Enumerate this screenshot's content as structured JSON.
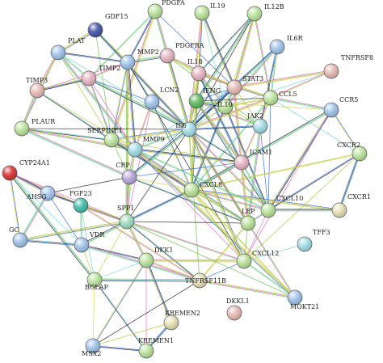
{
  "network": {
    "nodes": [
      {
        "id": "PDGFA",
        "label": "PDGFA",
        "color": "#b9e39a"
      },
      {
        "id": "IL19",
        "label": "IL19",
        "color": "#b9e39a"
      },
      {
        "id": "IL12B",
        "label": "IL12B",
        "color": "#b9e39a"
      },
      {
        "id": "GDF15",
        "label": "GDF15",
        "color": "#3f4fa8"
      },
      {
        "id": "PLAT",
        "label": "PLAT",
        "color": "#9fc3ea"
      },
      {
        "id": "MMP2",
        "label": "MMP2",
        "color": "#9fc3ea"
      },
      {
        "id": "PDGFRA",
        "label": "PDGFRA",
        "color": "#e6b3c2"
      },
      {
        "id": "IL6R",
        "label": "IL6R",
        "color": "#9fc3ea"
      },
      {
        "id": "TNFRSF8",
        "label": "TNFRSF8",
        "color": "#e6b9b3"
      },
      {
        "id": "TIMP2",
        "label": "TIMP2",
        "color": "#e6b3c2"
      },
      {
        "id": "TIMP3",
        "label": "TIMP3",
        "color": "#e6b9b3"
      },
      {
        "id": "IL18",
        "label": "IL18",
        "color": "#e6b3c2"
      },
      {
        "id": "STAT3",
        "label": "STAT3",
        "color": "#e6b9b3"
      },
      {
        "id": "LCN2",
        "label": "LCN2",
        "color": "#9fc3ea"
      },
      {
        "id": "IFNG",
        "label": "IFNG",
        "color": "#5cb85c"
      },
      {
        "id": "IL10",
        "label": "IL10",
        "color": "#b9e39a"
      },
      {
        "id": "CCL5",
        "label": "CCL5",
        "color": "#b9e39a"
      },
      {
        "id": "CCR5",
        "label": "CCR5",
        "color": "#9fc3ea"
      },
      {
        "id": "PLAUR",
        "label": "PLAUR",
        "color": "#b9e39a"
      },
      {
        "id": "SERPINE1",
        "label": "SERPINE1",
        "color": "#b9e39a"
      },
      {
        "id": "JAK2",
        "label": "JAK2",
        "color": "#9fdce6"
      },
      {
        "id": "MMP9",
        "label": "MMP9",
        "color": "#9fdce6"
      },
      {
        "id": "IL6",
        "label": "IL6",
        "color": "#9fdce6"
      },
      {
        "id": "CXCR2",
        "label": "CXCR2",
        "color": "#b9e39a"
      },
      {
        "id": "ICAM1",
        "label": "ICAM1",
        "color": "#e6b3c2"
      },
      {
        "id": "CYP24A1",
        "label": "CYP24A1",
        "color": "#d93030"
      },
      {
        "id": "CRP",
        "label": "CRP",
        "color": "#b8a4dc"
      },
      {
        "id": "CXCL8",
        "label": "CXCL8",
        "color": "#b9e39a"
      },
      {
        "id": "AHSG",
        "label": "AHSG",
        "color": "#9fc3ea"
      },
      {
        "id": "FGF23",
        "label": "FGF23",
        "color": "#3fbca8"
      },
      {
        "id": "CXCL10",
        "label": "CXCL10",
        "color": "#b9e39a"
      },
      {
        "id": "CXCR1",
        "label": "CXCR1",
        "color": "#e6e0b3"
      },
      {
        "id": "SPP1",
        "label": "SPP1",
        "color": "#9fdcc0"
      },
      {
        "id": "LEP",
        "label": "LEP",
        "color": "#b9e39a"
      },
      {
        "id": "GC",
        "label": "GC",
        "color": "#9fc3ea"
      },
      {
        "id": "VDR",
        "label": "VDR",
        "color": "#9fc3ea"
      },
      {
        "id": "TFF3",
        "label": "TFF3",
        "color": "#9fdce6"
      },
      {
        "id": "CXCL12",
        "label": "CXCL12",
        "color": "#b9e39a"
      },
      {
        "id": "DKK1",
        "label": "DKK1",
        "color": "#b9e39a"
      },
      {
        "id": "BGLAP",
        "label": "BGLAP",
        "color": "#b9e39a"
      },
      {
        "id": "TNFRSF11B",
        "label": "TNFRSF11B",
        "color": "#e6e0b3"
      },
      {
        "id": "MOKT21",
        "label": "MOKT21",
        "color": "#9fc3ea"
      },
      {
        "id": "KREMEN2",
        "label": "KREMEN2",
        "color": "#e6e0b3"
      },
      {
        "id": "DKKL1",
        "label": "DKKL1",
        "color": "#e6b9b3"
      },
      {
        "id": "MSX2",
        "label": "MSX2",
        "color": "#9fc3ea"
      },
      {
        "id": "KREMEN1",
        "label": "KREMEN1",
        "color": "#b9e39a"
      }
    ],
    "edges": [
      [
        "PDGFA",
        "PDGFRA"
      ],
      [
        "PDGFA",
        "MMP2"
      ],
      [
        "PDGFA",
        "IL6"
      ],
      [
        "PDGFA",
        "STAT3"
      ],
      [
        "PDGFA",
        "TIMP2"
      ],
      [
        "PDGFA",
        "SERPINE1"
      ],
      [
        "IL19",
        "IL10"
      ],
      [
        "IL19",
        "IL6"
      ],
      [
        "IL19",
        "STAT3"
      ],
      [
        "IL19",
        "IFNG"
      ],
      [
        "IL19",
        "IL18"
      ],
      [
        "IL12B",
        "IFNG"
      ],
      [
        "IL12B",
        "IL10"
      ],
      [
        "IL12B",
        "IL18"
      ],
      [
        "IL12B",
        "STAT3"
      ],
      [
        "IL12B",
        "IL6"
      ],
      [
        "IL12B",
        "CCL5"
      ],
      [
        "GDF15",
        "PLAT"
      ],
      [
        "GDF15",
        "SERPINE1"
      ],
      [
        "GDF15",
        "MMP2"
      ],
      [
        "GDF15",
        "IL6"
      ],
      [
        "PLAT",
        "SERPINE1"
      ],
      [
        "PLAT",
        "MMP2"
      ],
      [
        "PLAT",
        "MMP9"
      ],
      [
        "PLAT",
        "PLAUR"
      ],
      [
        "PLAT",
        "TIMP2"
      ],
      [
        "PLAT",
        "TIMP3"
      ],
      [
        "PLAT",
        "IL6"
      ],
      [
        "MMP2",
        "TIMP2"
      ],
      [
        "MMP2",
        "MMP9"
      ],
      [
        "MMP2",
        "TIMP3"
      ],
      [
        "MMP2",
        "SERPINE1"
      ],
      [
        "MMP2",
        "PDGFRA"
      ],
      [
        "MMP2",
        "IL6"
      ],
      [
        "MMP2",
        "LCN2"
      ],
      [
        "MMP2",
        "SPP1"
      ],
      [
        "MMP2",
        "CXCL12"
      ],
      [
        "PDGFRA",
        "STAT3"
      ],
      [
        "PDGFRA",
        "IL6"
      ],
      [
        "PDGFRA",
        "JAK2"
      ],
      [
        "PDGFRA",
        "IL18"
      ],
      [
        "IL6R",
        "IL6"
      ],
      [
        "IL6R",
        "STAT3"
      ],
      [
        "IL6R",
        "JAK2"
      ],
      [
        "IL6R",
        "IL10"
      ],
      [
        "IL6R",
        "CRP"
      ],
      [
        "IL6R",
        "CCL5"
      ],
      [
        "TNFRSF8",
        "STAT3"
      ],
      [
        "TNFRSF8",
        "IL10"
      ],
      [
        "TNFRSF8",
        "CCL5"
      ],
      [
        "TIMP2",
        "TIMP3"
      ],
      [
        "TIMP2",
        "MMP9"
      ],
      [
        "TIMP2",
        "SERPINE1"
      ],
      [
        "TIMP2",
        "IL6"
      ],
      [
        "TIMP3",
        "MMP9"
      ],
      [
        "TIMP3",
        "SERPINE1"
      ],
      [
        "TIMP3",
        "PLAUR"
      ],
      [
        "IL18",
        "IFNG"
      ],
      [
        "IL18",
        "IL10"
      ],
      [
        "IL18",
        "IL6"
      ],
      [
        "IL18",
        "STAT3"
      ],
      [
        "IL18",
        "CXCL8"
      ],
      [
        "IL18",
        "ICAM1"
      ],
      [
        "STAT3",
        "JAK2"
      ],
      [
        "STAT3",
        "IL6"
      ],
      [
        "STAT3",
        "IL10"
      ],
      [
        "STAT3",
        "IFNG"
      ],
      [
        "STAT3",
        "CCL5"
      ],
      [
        "STAT3",
        "ICAM1"
      ],
      [
        "STAT3",
        "MMP9"
      ],
      [
        "LCN2",
        "MMP9"
      ],
      [
        "LCN2",
        "IL6"
      ],
      [
        "LCN2",
        "SPP1"
      ],
      [
        "LCN2",
        "CXCL8"
      ],
      [
        "IFNG",
        "IL10"
      ],
      [
        "IFNG",
        "IL6"
      ],
      [
        "IFNG",
        "CXCL10"
      ],
      [
        "IFNG",
        "ICAM1"
      ],
      [
        "IFNG",
        "CCL5"
      ],
      [
        "IFNG",
        "JAK2"
      ],
      [
        "IFNG",
        "CXCL8"
      ],
      [
        "IL10",
        "IL6"
      ],
      [
        "IL10",
        "CCL5"
      ],
      [
        "IL10",
        "CXCL8"
      ],
      [
        "IL10",
        "JAK2"
      ],
      [
        "IL10",
        "CXCL10"
      ],
      [
        "CCL5",
        "CCR5"
      ],
      [
        "CCL5",
        "CXCL10"
      ],
      [
        "CCL5",
        "CXCL8"
      ],
      [
        "CCL5",
        "IL6"
      ],
      [
        "CCL5",
        "CXCR2"
      ],
      [
        "CCL5",
        "ICAM1"
      ],
      [
        "CCR5",
        "CXCL10"
      ],
      [
        "CCR5",
        "CXCL12"
      ],
      [
        "CCR5",
        "CXCR2"
      ],
      [
        "CCR5",
        "CXCL8"
      ],
      [
        "CCR5",
        "IFNG"
      ],
      [
        "PLAUR",
        "SERPINE1"
      ],
      [
        "PLAUR",
        "MMP9"
      ],
      [
        "PLAUR",
        "IL6"
      ],
      [
        "SERPINE1",
        "MMP9"
      ],
      [
        "SERPINE1",
        "IL6"
      ],
      [
        "SERPINE1",
        "CRP"
      ],
      [
        "SERPINE1",
        "LEP"
      ],
      [
        "SERPINE1",
        "CXCL8"
      ],
      [
        "SERPINE1",
        "ICAM1"
      ],
      [
        "JAK2",
        "IL6"
      ],
      [
        "JAK2",
        "LEP"
      ],
      [
        "JAK2",
        "CXCL10"
      ],
      [
        "MMP9",
        "IL6"
      ],
      [
        "MMP9",
        "CRP"
      ],
      [
        "MMP9",
        "SPP1"
      ],
      [
        "MMP9",
        "CXCL8"
      ],
      [
        "MMP9",
        "ICAM1"
      ],
      [
        "MMP9",
        "CXCL12"
      ],
      [
        "MMP9",
        "LEP"
      ],
      [
        "IL6",
        "CRP"
      ],
      [
        "IL6",
        "CXCL8"
      ],
      [
        "IL6",
        "ICAM1"
      ],
      [
        "IL6",
        "LEP"
      ],
      [
        "IL6",
        "SPP1"
      ],
      [
        "IL6",
        "CXCL10"
      ],
      [
        "IL6",
        "CXCL12"
      ],
      [
        "IL6",
        "TNFRSF11B"
      ],
      [
        "CXCR2",
        "CXCL8"
      ],
      [
        "CXCR2",
        "CXCR1"
      ],
      [
        "CXCR2",
        "CXCL12"
      ],
      [
        "CXCR2",
        "CXCL10"
      ],
      [
        "ICAM1",
        "CXCL8"
      ],
      [
        "ICAM1",
        "CRP"
      ],
      [
        "ICAM1",
        "CXCL10"
      ],
      [
        "ICAM1",
        "LEP"
      ],
      [
        "CYP24A1",
        "VDR"
      ],
      [
        "CYP24A1",
        "FGF23"
      ],
      [
        "CYP24A1",
        "AHSG"
      ],
      [
        "CYP24A1",
        "SPP1"
      ],
      [
        "CYP24A1",
        "GC"
      ],
      [
        "CYP24A1",
        "BGLAP"
      ],
      [
        "CRP",
        "CXCL8"
      ],
      [
        "CRP",
        "LEP"
      ],
      [
        "CRP",
        "SPP1"
      ],
      [
        "CRP",
        "AHSG"
      ],
      [
        "CXCL8",
        "CXCL10"
      ],
      [
        "CXCL8",
        "CXCR1"
      ],
      [
        "CXCL8",
        "LEP"
      ],
      [
        "CXCL8",
        "CXCL12"
      ],
      [
        "CXCL8",
        "SPP1"
      ],
      [
        "AHSG",
        "FGF23"
      ],
      [
        "AHSG",
        "SPP1"
      ],
      [
        "AHSG",
        "GC"
      ],
      [
        "AHSG",
        "VDR"
      ],
      [
        "FGF23",
        "VDR"
      ],
      [
        "FGF23",
        "SPP1"
      ],
      [
        "FGF23",
        "BGLAP"
      ],
      [
        "FGF23",
        "TNFRSF11B"
      ],
      [
        "CXCL10",
        "CXCR1"
      ],
      [
        "CXCL10",
        "CXCL12"
      ],
      [
        "CXCL10",
        "LEP"
      ],
      [
        "SPP1",
        "VDR"
      ],
      [
        "SPP1",
        "BGLAP"
      ],
      [
        "SPP1",
        "TNFRSF11B"
      ],
      [
        "SPP1",
        "DKK1"
      ],
      [
        "SPP1",
        "LEP"
      ],
      [
        "SPP1",
        "CXCL12"
      ],
      [
        "SPP1",
        "GC"
      ],
      [
        "LEP",
        "CXCL12"
      ],
      [
        "LEP",
        "TNFRSF11B"
      ],
      [
        "GC",
        "VDR"
      ],
      [
        "VDR",
        "BGLAP"
      ],
      [
        "VDR",
        "DKK1"
      ],
      [
        "VDR",
        "TNFRSF11B"
      ],
      [
        "CXCL12",
        "TNFRSF11B"
      ],
      [
        "CXCL12",
        "MOKT21"
      ],
      [
        "CXCL12",
        "DKK1"
      ],
      [
        "DKK1",
        "BGLAP"
      ],
      [
        "DKK1",
        "TNFRSF11B"
      ],
      [
        "DKK1",
        "KREMEN2"
      ],
      [
        "DKK1",
        "KREMEN1"
      ],
      [
        "DKK1",
        "MSX2"
      ],
      [
        "BGLAP",
        "TNFRSF11B"
      ],
      [
        "BGLAP",
        "MSX2"
      ],
      [
        "BGLAP",
        "KREMEN1"
      ],
      [
        "TNFRSF11B",
        "MOKT21"
      ],
      [
        "TNFRSF11B",
        "MSX2"
      ],
      [
        "MOKT21",
        "IL6"
      ],
      [
        "MOKT21",
        "MMP9"
      ],
      [
        "MOKT21",
        "SPP1"
      ],
      [
        "MOKT21",
        "CXCL8"
      ],
      [
        "KREMEN2",
        "KREMEN1"
      ],
      [
        "KREMEN2",
        "MSX2"
      ],
      [
        "KREMEN1",
        "MSX2"
      ],
      [
        "PLAUR",
        "CRP"
      ],
      [
        "TIMP2",
        "LCN2"
      ],
      [
        "MMP9",
        "CXCL10"
      ],
      [
        "IL18",
        "CCL5"
      ],
      [
        "TFF3",
        "CXCL12"
      ]
    ],
    "edge_colors": [
      "#b5c93a",
      "#2b2b2b",
      "#e06ec9",
      "#3a6fd9",
      "#6fc44a",
      "#d6d14a",
      "#7ad6e0"
    ]
  }
}
